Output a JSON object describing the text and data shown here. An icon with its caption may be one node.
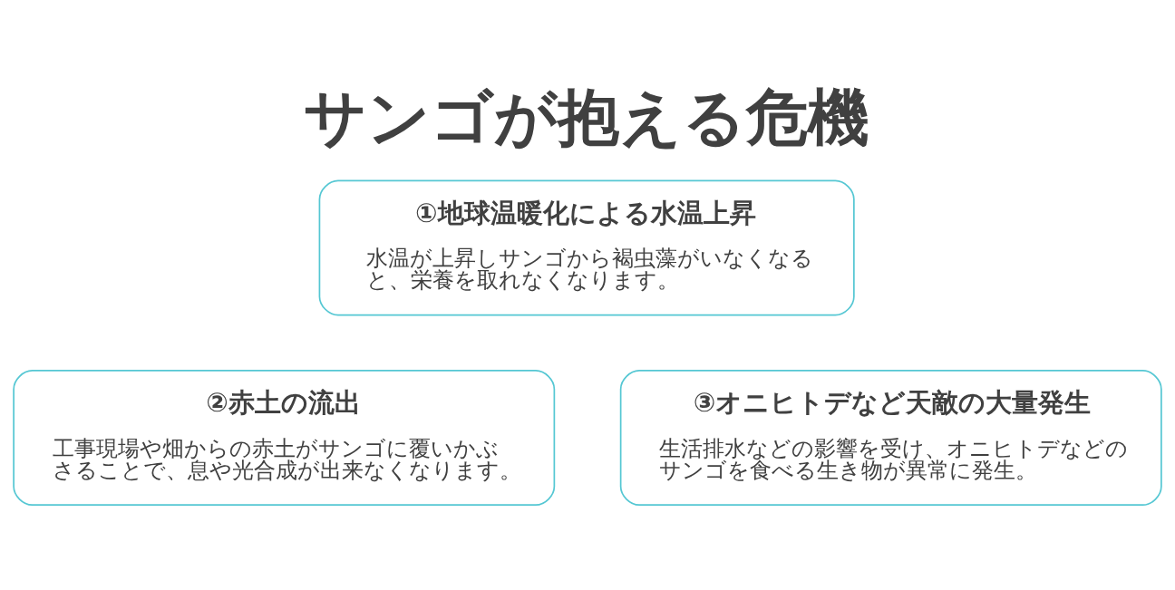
{
  "diagram": {
    "title": "サンゴが抱える危機",
    "nodes": [
      {
        "text": [
          "①地球温暖化による水温上昇",
          "水温が上昇しサンゴから褐虫藻がいなくなると、栄養を取れなくなります。"
        ]
      },
      {
        "text": [
          "②赤土の流出",
          "工事現場や畑からの赤土がサンゴに覆いかぶさることで、息や光合成が出来なくなります。"
        ]
      },
      {
        "text": [
          "③オニヒトデなど天敵の大量発生",
          "生活排水などの影響を受け、オニヒトデなどのサンゴを食べる生き物が異常に発生。"
        ]
      }
    ]
  }
}
